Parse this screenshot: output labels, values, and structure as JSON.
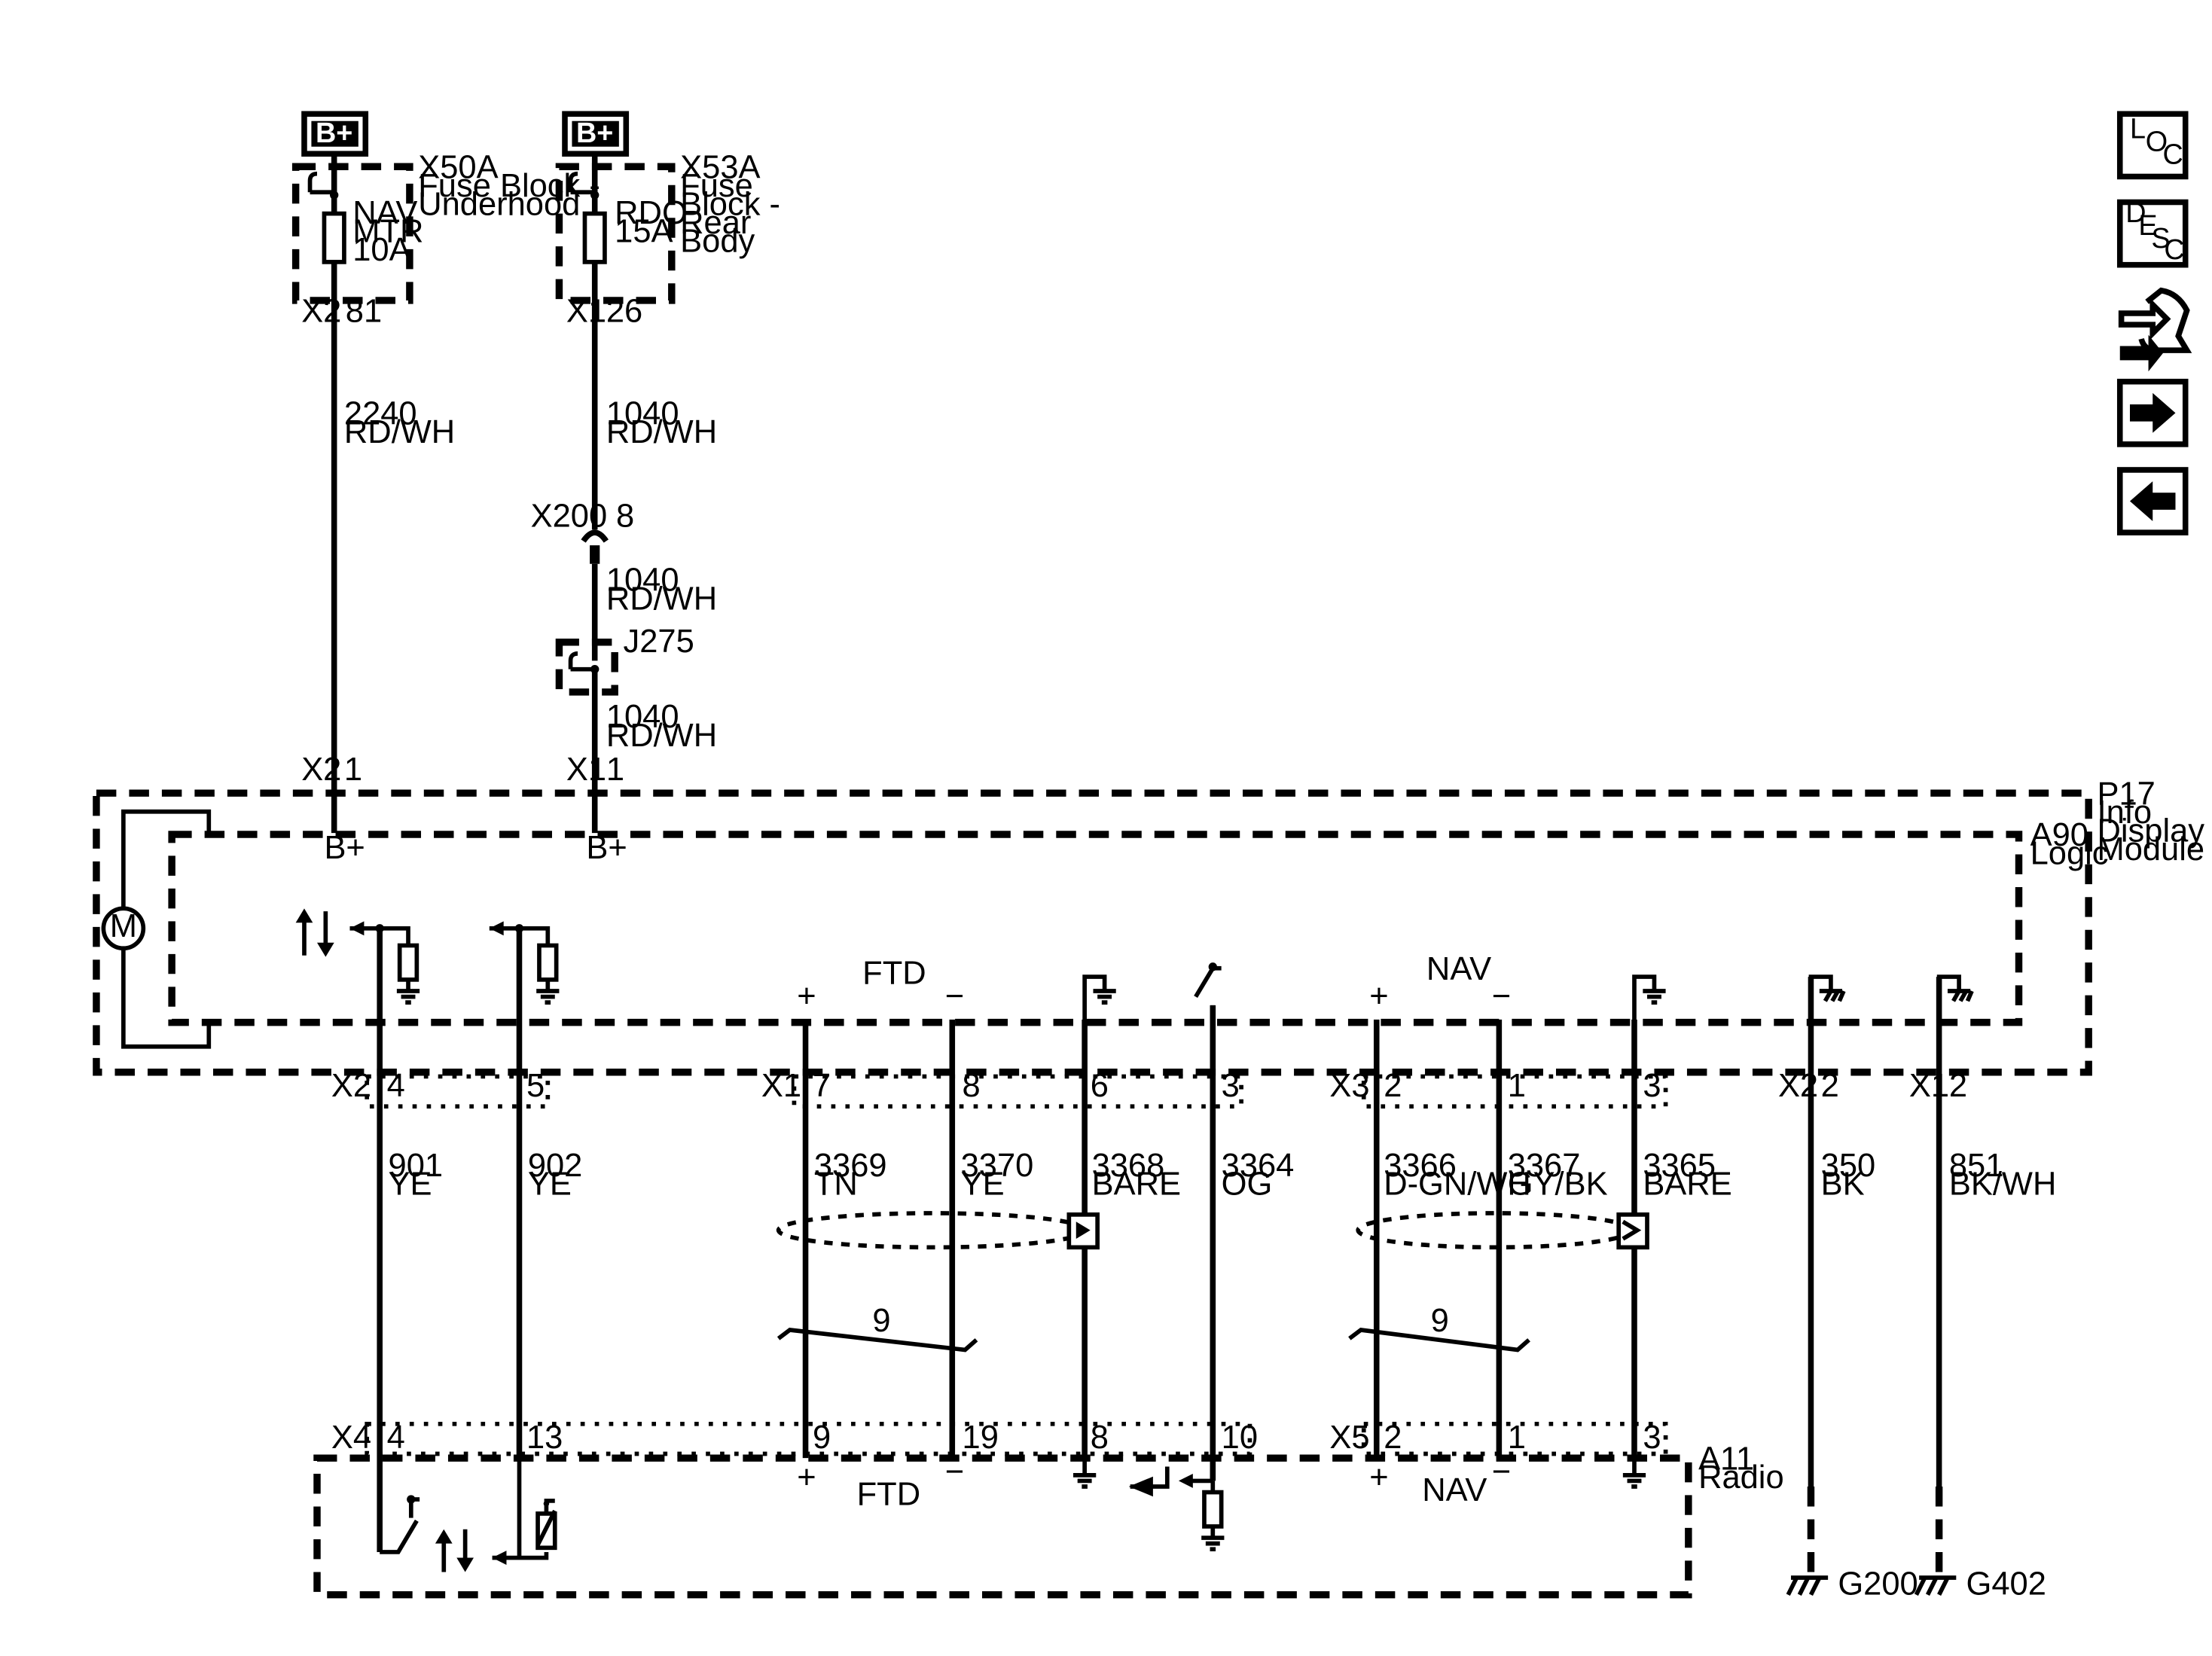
{
  "power_sources": [
    "B+",
    "B+"
  ],
  "fuse_blocks": [
    {
      "connector": "X50A",
      "name_lines": [
        "Fuse Block -",
        "Underhood"
      ],
      "fuse_lines": [
        "NAV",
        "MTR",
        "10A"
      ],
      "out_connector": "X2",
      "out_pin": "81"
    },
    {
      "connector": "X53A",
      "name_lines": [
        "Fuse",
        "Block -",
        "Rear",
        "Body"
      ],
      "fuse_lines": [
        "RDO",
        "15A"
      ],
      "out_connector": "X1",
      "out_pin": "26"
    }
  ],
  "upper_wires": [
    {
      "circuit": "2240",
      "color": "RD/WH"
    },
    {
      "circuit": "1040",
      "color": "RD/WH"
    },
    {
      "circuit": "1040",
      "color": "RD/WH"
    },
    {
      "circuit": "1040",
      "color": "RD/WH"
    }
  ],
  "inline_connector": {
    "name": "X200",
    "pin": "8"
  },
  "splice": {
    "name": "J275"
  },
  "display_module": {
    "ref": "P17",
    "name_lines": [
      "Info",
      "Display",
      "Module"
    ],
    "logic_ref": "A90",
    "logic_name": "Logic",
    "motor_symbol": "M",
    "input_pins": [
      {
        "connector": "X2",
        "pin": "1",
        "label": "B+"
      },
      {
        "connector": "X1",
        "pin": "1",
        "label": "B+"
      }
    ],
    "ftd_label": "FTD",
    "nav_label": "NAV",
    "plus": "+",
    "minus": "−"
  },
  "lower_connectors": {
    "top": [
      {
        "connector": "X2",
        "pins": [
          "4",
          "5"
        ]
      },
      {
        "connector": "X1",
        "pins": [
          "7",
          "8",
          "6",
          "3"
        ]
      },
      {
        "connector": "X3",
        "pins": [
          "2",
          "1",
          "3"
        ]
      },
      {
        "connector": "X2",
        "pins": [
          "2"
        ]
      },
      {
        "connector": "X1",
        "pins": [
          "2"
        ]
      }
    ],
    "bottom": [
      {
        "connector": "X4",
        "pins": [
          "4",
          "13",
          "9",
          "19",
          "8",
          "10"
        ]
      },
      {
        "connector": "X5",
        "pins": [
          "2",
          "1",
          "3"
        ]
      }
    ]
  },
  "lower_wires": [
    {
      "circuit": "901",
      "color": "YE"
    },
    {
      "circuit": "902",
      "color": "YE"
    },
    {
      "circuit": "3369",
      "color": "TN"
    },
    {
      "circuit": "3370",
      "color": "YE"
    },
    {
      "circuit": "3368",
      "color": "BARE"
    },
    {
      "circuit": "3364",
      "color": "OG"
    },
    {
      "circuit": "3366",
      "color": "D-GN/WH"
    },
    {
      "circuit": "3367",
      "color": "GY/BK"
    },
    {
      "circuit": "3365",
      "color": "BARE"
    },
    {
      "circuit": "350",
      "color": "BK"
    },
    {
      "circuit": "851",
      "color": "BK/WH"
    }
  ],
  "twist_labels": [
    "9",
    "9"
  ],
  "radio": {
    "ref": "A11",
    "name": "Radio",
    "ftd_label": "FTD",
    "nav_label": "NAV"
  },
  "grounds": [
    "G200",
    "G402"
  ],
  "nav_buttons": [
    {
      "name": "loc-button",
      "letters": [
        "L",
        "O",
        "C"
      ]
    },
    {
      "name": "desc-button",
      "letters": [
        "D",
        "E",
        "S",
        "C"
      ]
    }
  ]
}
